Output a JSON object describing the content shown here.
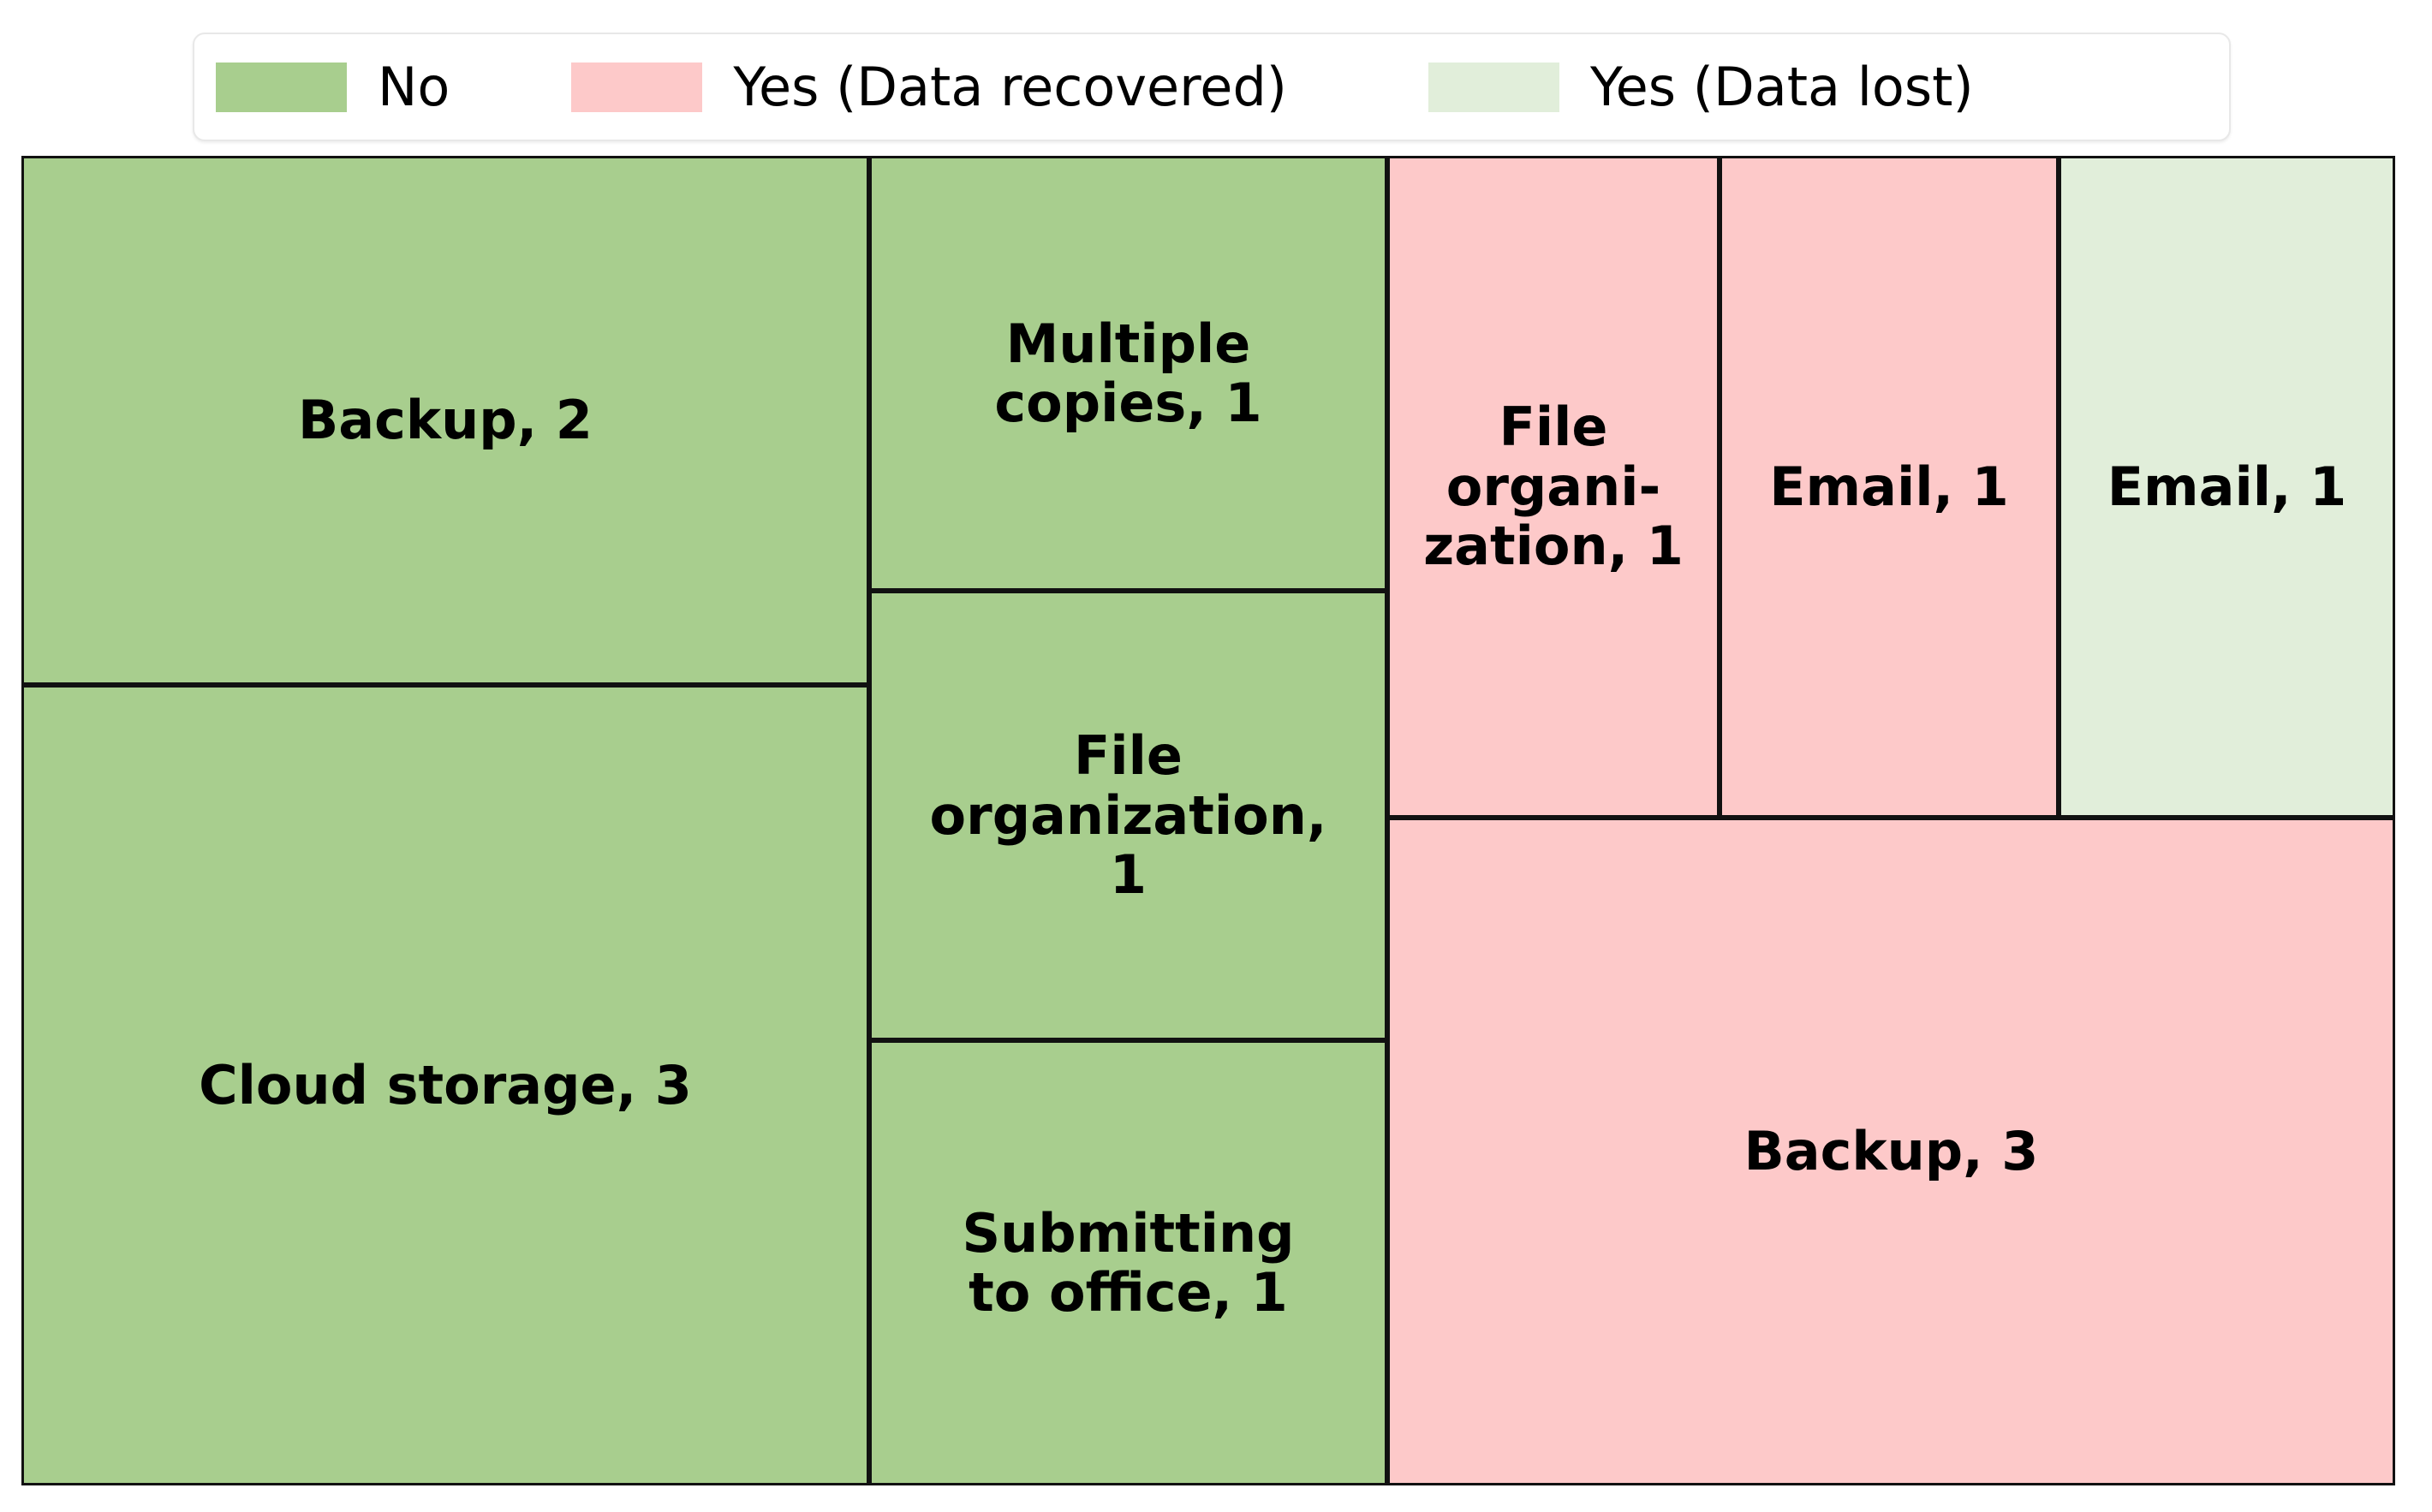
{
  "chart_data": {
    "type": "treemap",
    "title": "",
    "legend": {
      "position": "top",
      "entries": [
        {
          "label": "No",
          "color": "#a8ce8e",
          "icon": "legend-swatch-no"
        },
        {
          "label": "Yes (Data recovered)",
          "color": "#fdc9c9",
          "icon": "legend-swatch-yes-recovered"
        },
        {
          "label": "Yes (Data lost)",
          "color": "#e1eeda",
          "icon": "legend-swatch-yes-lost"
        }
      ]
    },
    "groups": [
      "No",
      "Yes (Data recovered)",
      "Yes (Data lost)"
    ],
    "tiles": [
      {
        "category": "Backup",
        "value": 2,
        "group": "No",
        "color": "#a8ce8e",
        "label": "Backup, 2"
      },
      {
        "category": "Cloud storage",
        "value": 3,
        "group": "No",
        "color": "#a8ce8e",
        "label": "Cloud storage, 3"
      },
      {
        "category": "Multiple copies",
        "value": 1,
        "group": "No",
        "color": "#a8ce8e",
        "label": "Multiple\ncopies, 1"
      },
      {
        "category": "File organization",
        "value": 1,
        "group": "No",
        "color": "#a8ce8e",
        "label": "File\norganization,\n1"
      },
      {
        "category": "Submitting to office",
        "value": 1,
        "group": "No",
        "color": "#a8ce8e",
        "label": "Submitting\nto office, 1"
      },
      {
        "category": "File organization",
        "value": 1,
        "group": "Yes (Data recovered)",
        "color": "#fdc9c9",
        "label": "File\norgani-\nzation, 1"
      },
      {
        "category": "Email",
        "value": 1,
        "group": "Yes (Data recovered)",
        "color": "#fdc9c9",
        "label": "Email, 1"
      },
      {
        "category": "Email",
        "value": 1,
        "group": "Yes (Data lost)",
        "color": "#e1eeda",
        "label": "Email, 1"
      },
      {
        "category": "Backup",
        "value": 3,
        "group": "Yes (Data recovered)",
        "color": "#fdc9c9",
        "label": "Backup, 3"
      }
    ],
    "totals": {
      "No": 8,
      "Yes (Data recovered)": 5,
      "Yes (Data lost)": 1,
      "all": 14
    }
  },
  "colors": {
    "no": "#a8ce8e",
    "yes_recovered": "#fdc9c9",
    "yes_lost": "#e1eeda",
    "tile_border": "#111111",
    "legend_border": "#e8e8e8",
    "background": "#ffffff",
    "text": "#000000"
  }
}
